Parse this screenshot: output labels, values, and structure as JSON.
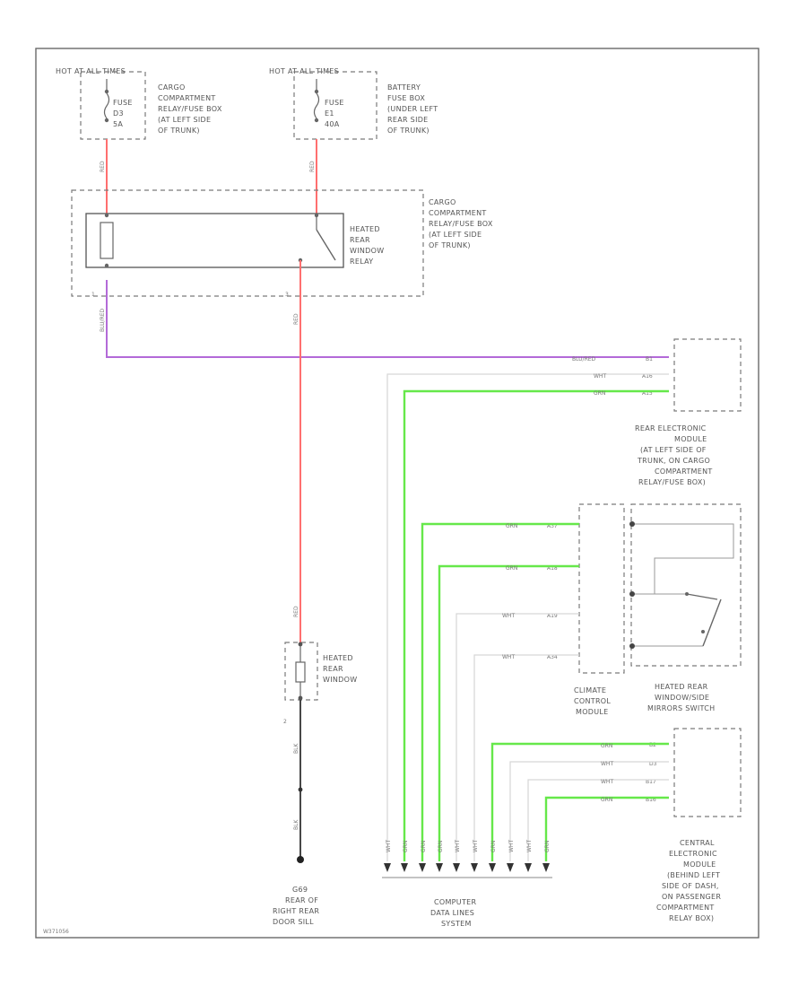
{
  "colors": {
    "red_wire": "#ff6f6f",
    "violet_wire": "#b36ad8",
    "green_wire": "#66e84a",
    "white_wire": "#d6d6d6",
    "black_wire": "#333333",
    "outline": "#666666"
  },
  "power": {
    "left_source": "HOT AT ALL TIMES",
    "left_fuse": [
      "FUSE",
      "D3",
      "5A"
    ],
    "left_box": [
      "CARGO",
      "COMPARTMENT",
      "RELAY/FUSE BOX",
      "(AT LEFT SIDE",
      "OF TRUNK)"
    ],
    "right_source": "HOT AT ALL TIMES",
    "right_fuse": [
      "FUSE",
      "E1",
      "40A"
    ],
    "right_box": [
      "BATTERY",
      "FUSE BOX",
      "(UNDER LEFT",
      "REAR SIDE",
      "OF TRUNK)"
    ]
  },
  "relay": {
    "box_label": [
      "CARGO",
      "COMPARTMENT",
      "RELAY/FUSE BOX",
      "(AT LEFT SIDE",
      "OF TRUNK)"
    ],
    "name": [
      "HEATED",
      "REAR",
      "WINDOW",
      "RELAY"
    ]
  },
  "wires": {
    "red": "RED",
    "blu_red": "BLU/RED",
    "wht": "WHT",
    "grn": "GRN",
    "blk": "BLK"
  },
  "rem": {
    "pins": [
      "B1",
      "A16",
      "A15"
    ],
    "label": [
      "REAR ELECTRONIC",
      "MODULE",
      "(AT LEFT SIDE OF",
      "TRUNK, ON CARGO",
      "COMPARTMENT",
      "RELAY/FUSE BOX)"
    ]
  },
  "climate": {
    "pins": [
      "A37",
      "A18",
      "A19",
      "A34"
    ],
    "label": [
      "CLIMATE",
      "CONTROL",
      "MODULE"
    ]
  },
  "switch": {
    "label": [
      "HEATED REAR",
      "WINDOW/SIDE",
      "MIRRORS SWITCH"
    ]
  },
  "heated_window": {
    "label": [
      "HEATED",
      "REAR",
      "WINDOW"
    ]
  },
  "ground": {
    "label": [
      "G69",
      "REAR OF",
      "RIGHT REAR",
      "DOOR SILL"
    ]
  },
  "cem": {
    "pins": [
      "B2",
      "D3",
      "B17",
      "B16"
    ],
    "label": [
      "CENTRAL",
      "ELECTRONIC",
      "MODULE",
      "(BEHIND LEFT",
      "SIDE OF DASH,",
      "ON PASSENGER",
      "COMPARTMENT",
      "RELAY BOX)"
    ]
  },
  "data_lines": {
    "label": [
      "COMPUTER",
      "DATA LINES",
      "SYSTEM"
    ],
    "bundle": [
      "WHT",
      "GRN",
      "GRN",
      "GRN",
      "WHT",
      "WHT",
      "GRN",
      "WHT",
      "WHT",
      "GRN"
    ]
  },
  "footer_code": "W371056"
}
